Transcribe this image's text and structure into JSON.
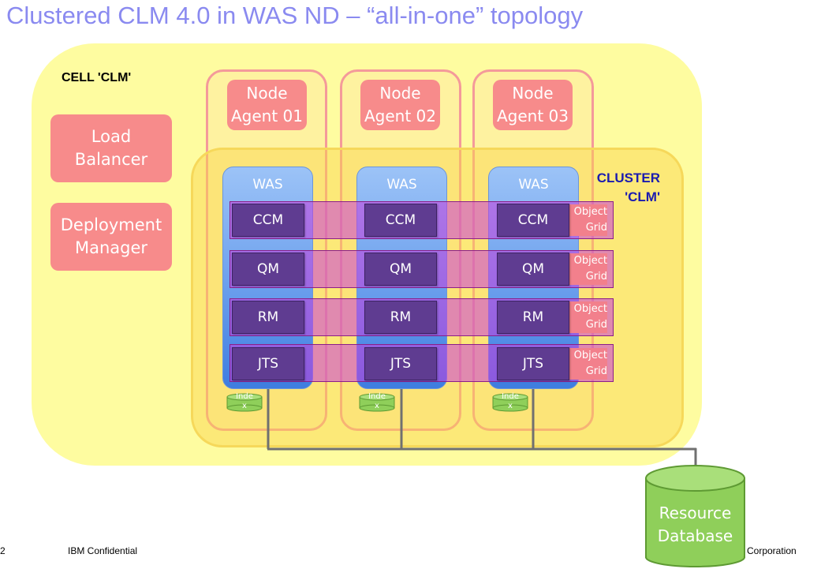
{
  "title": "Clustered CLM 4.0 in WAS ND – “all-in-one”  topology",
  "cell": {
    "label": "CELL 'CLM'",
    "load_balancer": [
      "Load",
      "Balancer"
    ],
    "deployment_manager": [
      "Deployment",
      "Manager"
    ]
  },
  "nodes": [
    {
      "agent": [
        "Node",
        "Agent 01"
      ],
      "was": "WAS",
      "index": [
        "Inde",
        "x"
      ]
    },
    {
      "agent": [
        "Node",
        "Agent 02"
      ],
      "was": "WAS",
      "index": [
        "Inde",
        "x"
      ]
    },
    {
      "agent": [
        "Node",
        "Agent 03"
      ],
      "was": "WAS",
      "index": [
        "Inde",
        "x"
      ]
    }
  ],
  "cluster": {
    "label": [
      "CLUSTER",
      "'CLM'"
    ]
  },
  "components": [
    "CCM",
    "QM",
    "RM",
    "JTS"
  ],
  "object_grid": [
    "Object",
    "Grid"
  ],
  "database": [
    "Resource",
    "Database"
  ],
  "footer": {
    "page_number": "2",
    "confidential": "IBM Confidential",
    "corporation": "Corporation"
  },
  "colors": {
    "title": "#8a8af0",
    "cell": "#fefca0",
    "cluster": "#f6d85a",
    "pink": "#f78b8b",
    "component": "#5f3c91",
    "grid": "#c83cdc",
    "database": "#8fcf5a"
  }
}
